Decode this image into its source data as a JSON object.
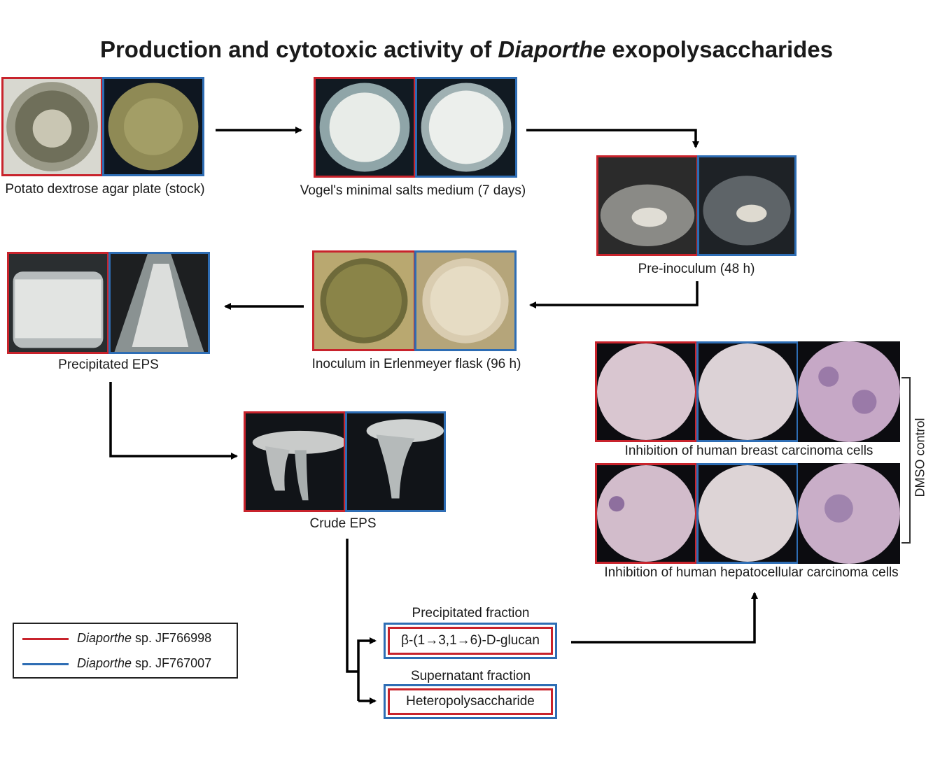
{
  "title": {
    "prefix": "Production and cytotoxic activity of ",
    "italic": "Diaporthe",
    "suffix": " exopolysaccharides"
  },
  "steps": {
    "pda": "Potato dextrose agar plate (stock)",
    "vogel": "Vogel's minimal salts medium (7 days)",
    "preinoculum": "Pre-inoculum (48 h)",
    "inoculum": "Inoculum in Erlenmeyer flask (96 h)",
    "precipitated_eps": "Precipitated EPS",
    "crude_eps": "Crude EPS"
  },
  "fractions": {
    "precipitated_label": "Precipitated fraction",
    "precipitated_value": "β-(1→3,1→6)-D-glucan",
    "supernatant_label": "Supernatant fraction",
    "supernatant_value": "Heteropolysaccharide"
  },
  "cytotoxicity": {
    "breast": "Inhibition of human breast carcinoma cells",
    "liver": "Inhibition of human hepatocellular carcinoma cells",
    "control": "DMSO control"
  },
  "legend": [
    {
      "italic": "Diaporthe",
      "text": " sp. JF766998",
      "color": "#c8232c"
    },
    {
      "italic": "Diaporthe",
      "text": " sp. JF767007",
      "color": "#2e6db4"
    }
  ],
  "colors": {
    "strain_red": "#c8232c",
    "strain_blue": "#2e6db4"
  }
}
